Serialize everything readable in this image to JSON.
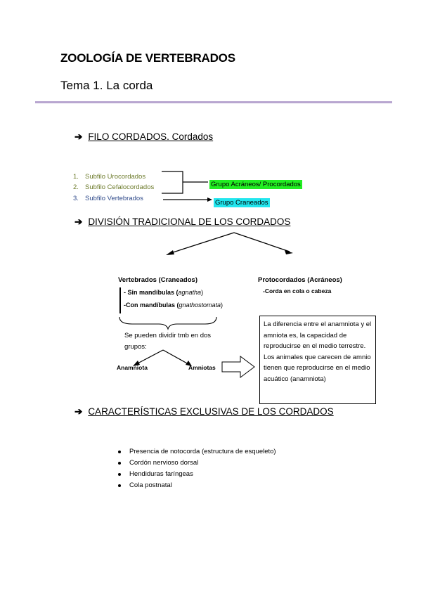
{
  "title": "ZOOLOGÍA DE VERTEBRADOS",
  "subtitle": "Tema 1. La corda",
  "sections": {
    "s1": {
      "arrow": "➔",
      "heading": "FILO CORDADOS. Cordados"
    },
    "s2": {
      "arrow": "➔",
      "heading": "DIVISIÓN TRADICIONAL DE LOS CORDADOS"
    },
    "s3": {
      "arrow": "➔",
      "heading": "CARACTERÍSTICAS EXCLUSIVAS DE LOS CORDADOS"
    }
  },
  "subfilos": [
    {
      "num": "1.",
      "label": "Subfilo Urocordados"
    },
    {
      "num": "2.",
      "label": "Subfilo Cefalocordados"
    },
    {
      "num": "3.",
      "label": "Subfilo Vertebrados"
    }
  ],
  "groups": {
    "acraneos": "Grupo Acráneos/ Procordados",
    "craneados": "Grupo Craneados"
  },
  "division": {
    "vertebrados": {
      "title": "Vertebrados (Craneados)",
      "sin_prefix": "- Sin mandíbulas (",
      "sin_italic": "agnatha",
      "sin_suffix": ")",
      "con_prefix": "-Con mandíbulas (",
      "con_italic": "gnathostomata",
      "con_suffix": ")"
    },
    "protocordados": {
      "title": "Protocordados (Acráneos)",
      "desc": "-Corda en cola o cabeza"
    },
    "split_line1": "Se pueden dividir tmb en dos",
    "split_line2": "grupos:",
    "anamniota": "Anamniota",
    "amniotas": "Amniotas",
    "note": "La diferencia entre el anamniota y el amniota es, la capacidad de reproducirse en el medio terrestre. Los animales que carecen de amnio tienen que reproducirse en el medio acuático (anamniota)"
  },
  "caracteristicas": [
    "Presencia de notocorda (estructura de esqueleto)",
    "Cordón nervioso dorsal",
    "Hendiduras faríngeas",
    "Cola postnatal"
  ]
}
